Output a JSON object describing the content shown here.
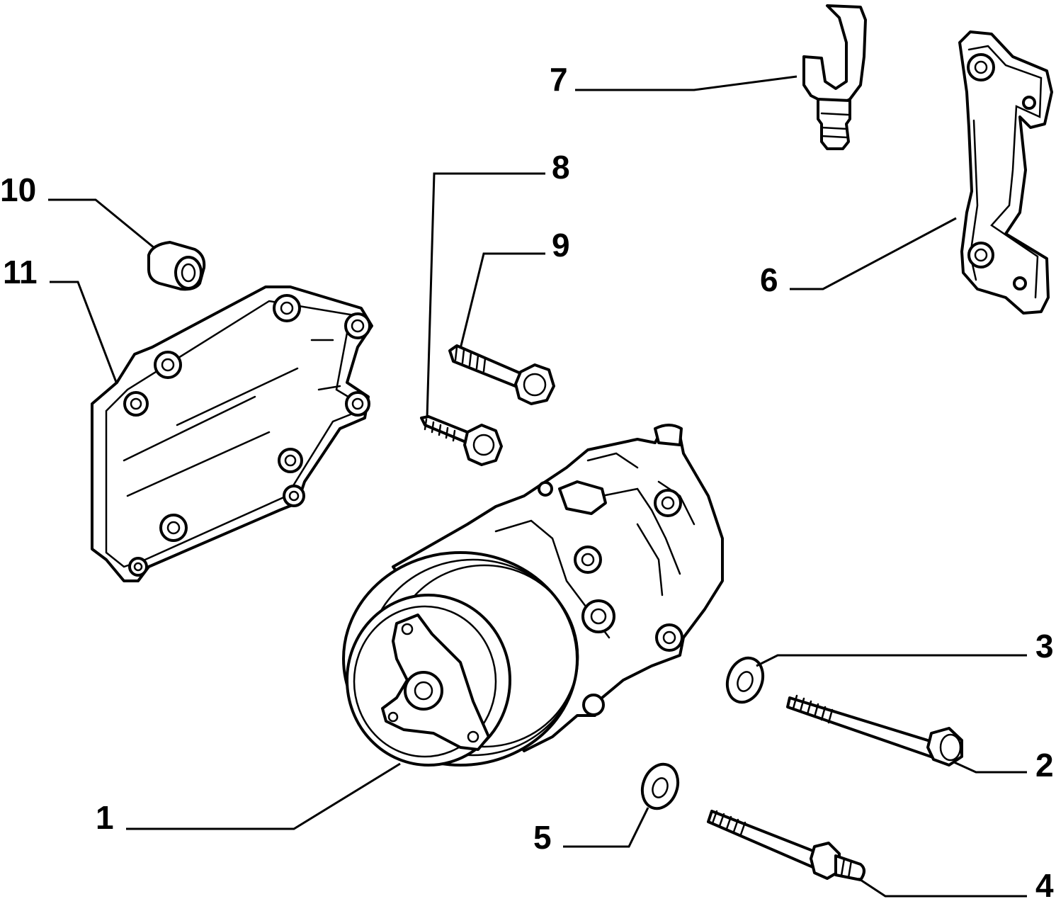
{
  "diagram": {
    "callouts": [
      {
        "id": "1",
        "label": "1"
      },
      {
        "id": "2",
        "label": "2"
      },
      {
        "id": "3",
        "label": "3"
      },
      {
        "id": "4",
        "label": "4"
      },
      {
        "id": "5",
        "label": "5"
      },
      {
        "id": "6",
        "label": "6"
      },
      {
        "id": "7",
        "label": "7"
      },
      {
        "id": "8",
        "label": "8"
      },
      {
        "id": "9",
        "label": "9"
      },
      {
        "id": "10",
        "label": "10"
      },
      {
        "id": "11",
        "label": "11"
      }
    ],
    "colors": {
      "line": "#000000",
      "background": "#ffffff"
    }
  }
}
